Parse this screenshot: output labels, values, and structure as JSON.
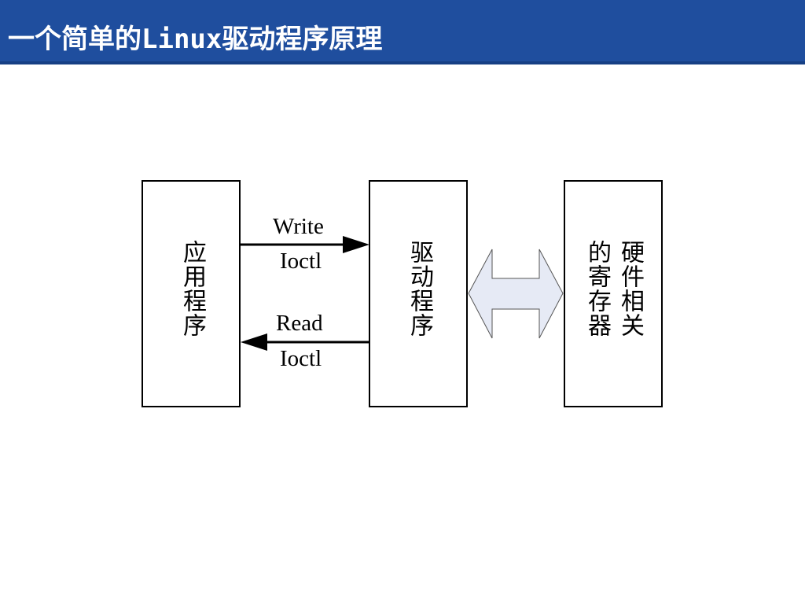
{
  "title": "一个简单的Linux驱动程序原理",
  "boxes": {
    "app": "应用程序",
    "driver": "驱动程序",
    "hw_col1": "硬件相关",
    "hw_col2": "的寄存器"
  },
  "arrows": {
    "top_line1": "Write",
    "top_line2": "Ioctl",
    "bottom_line1": "Read",
    "bottom_line2": "Ioctl"
  },
  "colors": {
    "title_bar": "#1f4e9e",
    "double_arrow_fill": "#e6eaf5"
  }
}
